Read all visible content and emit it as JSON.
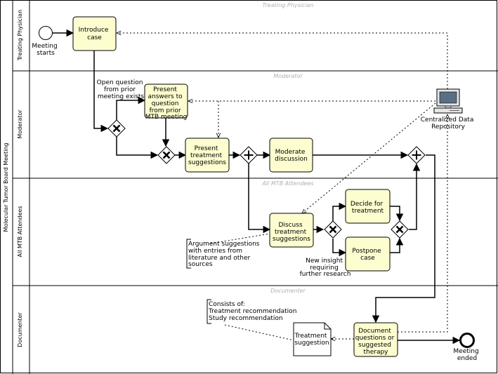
{
  "pool": {
    "name": "Molecular Tumor Board Meeting"
  },
  "lanes": {
    "treating_physician": {
      "side_label": "Treating Physician",
      "title": "Treating Physician"
    },
    "moderator": {
      "side_label": "Moderator",
      "title": "Moderator"
    },
    "attendees": {
      "side_label": "All MTB Attendees",
      "title": "All MTB Attendees"
    },
    "documenter": {
      "side_label": "Documenter",
      "title": "Documenter"
    }
  },
  "events": {
    "start": [
      "Meeting",
      "starts"
    ],
    "end": [
      "Meeting",
      "ended"
    ]
  },
  "tasks": {
    "introduce_case": [
      "Introduce",
      "case"
    ],
    "present_answers": [
      "Present",
      "answers to",
      "question",
      "from prior",
      "MTB meeting"
    ],
    "present_treatment": [
      "Present",
      "treatment",
      "suggestions"
    ],
    "moderate_discussion": [
      "Moderate",
      "discussion"
    ],
    "discuss_treatment": [
      "Discuss",
      "treatment",
      "suggestions"
    ],
    "decide_treatment": [
      "Decide for",
      "treatment"
    ],
    "postpone_case": [
      "Postpone",
      "case"
    ],
    "document_questions": [
      "Document",
      "questions or",
      "suggested",
      "therapy"
    ]
  },
  "data": {
    "repository": [
      "Centralized Data",
      "Repository"
    ],
    "treatment_suggestion": [
      "Treatment",
      "suggestion"
    ]
  },
  "flow_labels": {
    "open_question": [
      "Open question",
      "from prior",
      "meeting exists"
    ],
    "new_insight": [
      "New insight",
      "requiring",
      "further research"
    ]
  },
  "annotations": {
    "argument": [
      "Argument suggestions",
      "with entries from",
      "literature and other",
      "sources"
    ],
    "consists": [
      "Consists of:",
      "Treatment recommendation",
      "Study recommendation"
    ]
  },
  "icons": {
    "start_event": "circle-thin",
    "end_event": "circle-thick",
    "xor_gateway": "diamond-x",
    "and_gateway": "diamond-plus",
    "data_store": "computer-monitor",
    "data_object": "document-folded-corner"
  },
  "colors": {
    "task_fill": "#fdfdcf",
    "lane_title": "#b0b0b0",
    "line": "#000000"
  }
}
